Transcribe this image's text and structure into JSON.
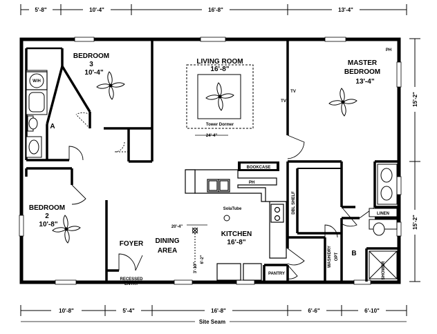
{
  "top_dimensions": [
    "5'-8\"",
    "10'-4\"",
    "16'-8\"",
    "13'-4\""
  ],
  "bottom_dimensions": [
    "10'-8\"",
    "5'-4\"",
    "16'-8\"",
    "6'-6\"",
    "6'-10\""
  ],
  "bottom_caption": "Site Seam",
  "right_dimensions": [
    "15'-2\"",
    "15'-2\""
  ],
  "rooms": {
    "bedroom3": {
      "name": "BEDROOM",
      "number": "3",
      "size": "10'-4\""
    },
    "living": {
      "name": "LIVING ROOM",
      "size": "16'-8\""
    },
    "master": {
      "name": "MASTER",
      "name2": "BEDROOM",
      "size": "13'-4\""
    },
    "bedroom2": {
      "name": "BEDROOM",
      "number": "2",
      "size": "10'-8\""
    },
    "kitchen": {
      "name": "KITCHEN",
      "size": "16'-8\""
    },
    "dining": {
      "name": "DINING",
      "name2": "AREA"
    },
    "foyer": {
      "name": "FOYER"
    },
    "bath_a": {
      "name": "A"
    },
    "bath_b": {
      "name": "B"
    }
  },
  "labels": {
    "wh": "W/H",
    "tower_dormer": "Tower Dormer",
    "tower_dim": "24'-4\"",
    "tv_living": "TV",
    "tv_master": "TV",
    "ph_master": "PH",
    "ph_kitchen": "PH",
    "bookcase": "BOOKCASE",
    "dbl_shelf": "DBL SHELF",
    "linen": "LINEN",
    "sofatube": "SolaTube",
    "kitchen_dim1": "20'-4\"",
    "kitchen_dim2": "3'-10\"",
    "kitchen_dim3": "6'-2\"",
    "pantry": "PANTRY",
    "washer_dryer": "WASH/DRY",
    "washer_dryer2": "OPT",
    "recessed": "RECESSED",
    "entry": "ENTRY",
    "shower": "SHOWER"
  }
}
